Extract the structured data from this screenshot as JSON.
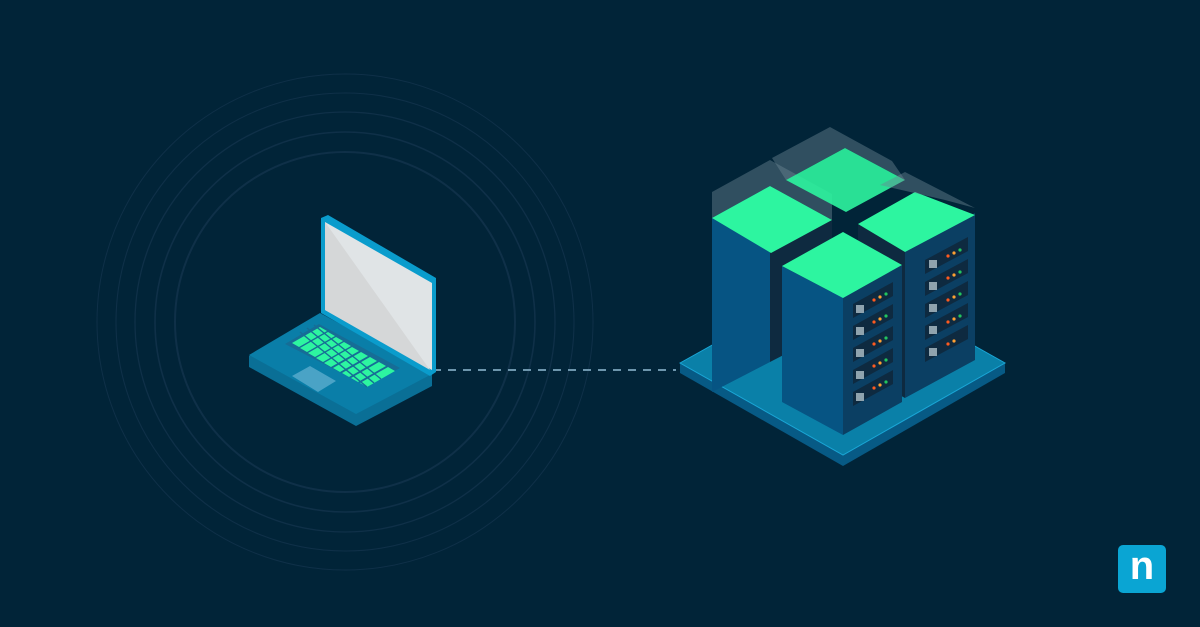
{
  "illustration": {
    "subject": "laptop connected to server rack",
    "colors": {
      "background": "#012438",
      "rings": "#0f3048",
      "accent_green": "#2df5a0",
      "laptop_blue": "#0a7ea8",
      "screen": "#e0e4e6",
      "connector": "#6d96ad",
      "server_body": "#065483",
      "server_dark": "#0e2a40",
      "platform": "#0a80a8",
      "logo_bg": "#0aa5d3"
    },
    "icons": [
      "laptop-icon",
      "server-rack-icon",
      "signal-rings",
      "dashed-connection"
    ]
  },
  "logo": {
    "letter": "n"
  }
}
